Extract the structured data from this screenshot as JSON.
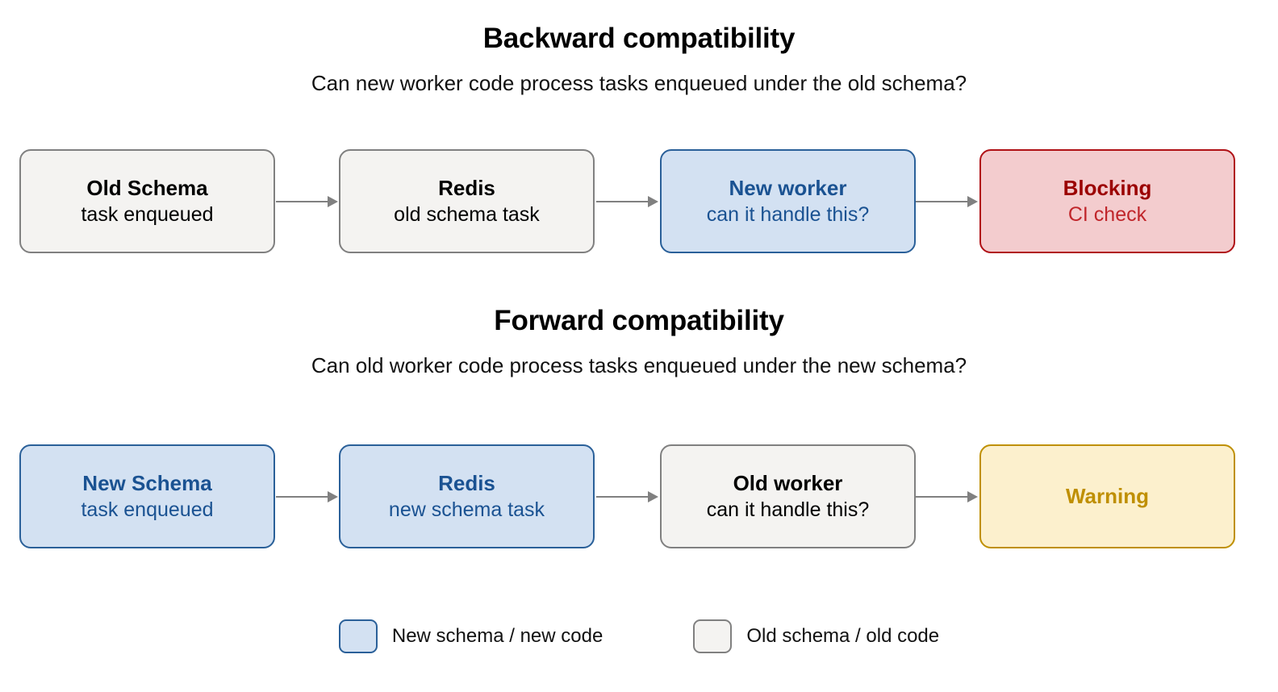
{
  "colors": {
    "neutral_fill": "#f4f3f1",
    "neutral_border": "#808080",
    "blue_fill": "#d3e1f2",
    "blue_border": "#2a6099",
    "blue_text": "#1a5292",
    "red_fill": "#f3ccce",
    "red_border": "#b01116",
    "red_title_text": "#9b0000",
    "red_sub_text": "#c0262b",
    "yellow_fill": "#fcf0cd",
    "yellow_border": "#bf9000",
    "yellow_text": "#bf8f00",
    "arrow": "#808080",
    "background": "#ffffff"
  },
  "sections": {
    "backward": {
      "title": "Backward compatibility",
      "subtitle": "Can new worker code process tasks enqueued under the old schema?",
      "nodes": [
        {
          "title": "Old Schema",
          "subtitle": "task enqueued",
          "style": "neutral"
        },
        {
          "title": "Redis",
          "subtitle": "old schema task",
          "style": "neutral"
        },
        {
          "title": "New worker",
          "subtitle": "can it handle this?",
          "style": "blue"
        },
        {
          "title": "Blocking",
          "subtitle": "CI check",
          "style": "red"
        }
      ]
    },
    "forward": {
      "title": "Forward compatibility",
      "subtitle": "Can old worker code process tasks enqueued under the new schema?",
      "nodes": [
        {
          "title": "New Schema",
          "subtitle": "task enqueued",
          "style": "blue"
        },
        {
          "title": "Redis",
          "subtitle": "new schema task",
          "style": "blue"
        },
        {
          "title": "Old worker",
          "subtitle": "can it handle this?",
          "style": "neutral"
        },
        {
          "title": "Warning",
          "subtitle": "",
          "style": "yellow"
        }
      ]
    }
  },
  "legend": {
    "items": [
      {
        "label": "New schema / new code",
        "swatch": "blue"
      },
      {
        "label": "Old schema / old code",
        "swatch": "neutral"
      }
    ]
  }
}
